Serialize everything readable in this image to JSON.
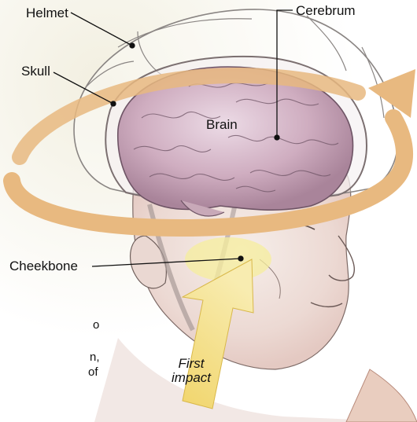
{
  "labels": {
    "helmet": "Helmet",
    "cerebrum": "Cerebrum",
    "skull": "Skull",
    "brain": "Brain",
    "cheekbone": "Cheekbone",
    "first_impact_line1": "First",
    "first_impact_line2": "impact"
  },
  "side_text_fragments": [
    "o",
    "n,",
    "of"
  ],
  "colors": {
    "rotation_arrow": "#e8b980",
    "impact_arrow": "#f3e08a",
    "brain": "#c9a7b8",
    "background_tint": "#f4f1e6"
  }
}
